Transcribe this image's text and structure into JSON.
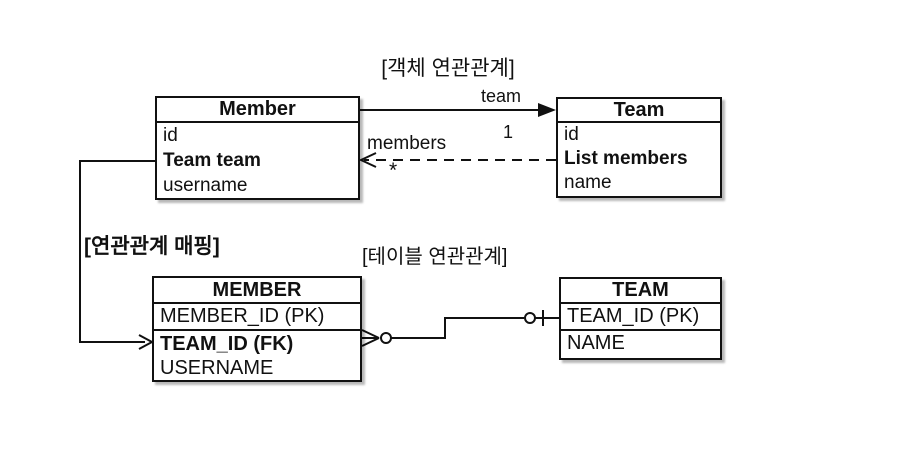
{
  "colors": {
    "ink": "#111111",
    "background": "#ffffff"
  },
  "section_labels": {
    "object_association": "[객체 연관관계]",
    "association_mapping": "[연관관계 매핑]",
    "table_association": "[테이블 연관관계]"
  },
  "object_diagram": {
    "member_class": {
      "title": "Member",
      "field1": "id",
      "field2": "Team team",
      "field3": "username"
    },
    "team_class": {
      "title": "Team",
      "field1": "id",
      "field2": "List members",
      "field3": "name"
    },
    "team_edge": {
      "label": "team",
      "cardinality": "1",
      "style": "solid-filled-arrow"
    },
    "members_edge": {
      "label": "members",
      "cardinality": "*",
      "style": "dashed-open-arrow"
    }
  },
  "table_diagram": {
    "member_table": {
      "title": "MEMBER",
      "row1": "MEMBER_ID (PK)",
      "row2": "TEAM_ID (FK)",
      "row3": "USERNAME"
    },
    "team_table": {
      "title": "TEAM",
      "row1": "TEAM_ID (PK)",
      "row2": "NAME"
    },
    "relationship": "many-to-zero-or-one (crow's foot)"
  }
}
